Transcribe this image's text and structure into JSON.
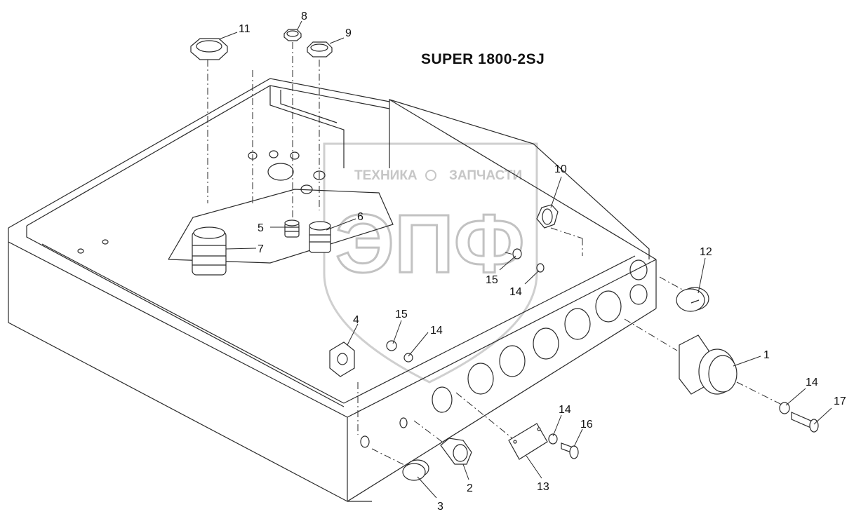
{
  "title": "SUPER 1800-2SJ",
  "watermark": {
    "left_word": "ТЕХНИКА",
    "right_word": "ЗАПЧАСТИ",
    "logo": "ЭПФ"
  },
  "callouts": [
    "11",
    "8",
    "9",
    "10",
    "5",
    "6",
    "7",
    "12",
    "15",
    "14",
    "4",
    "15",
    "14",
    "1",
    "14",
    "17",
    "14",
    "16",
    "2",
    "3",
    "13"
  ],
  "colors": {
    "line": "#2a2a2a",
    "watermark": "#c2c2c2"
  }
}
